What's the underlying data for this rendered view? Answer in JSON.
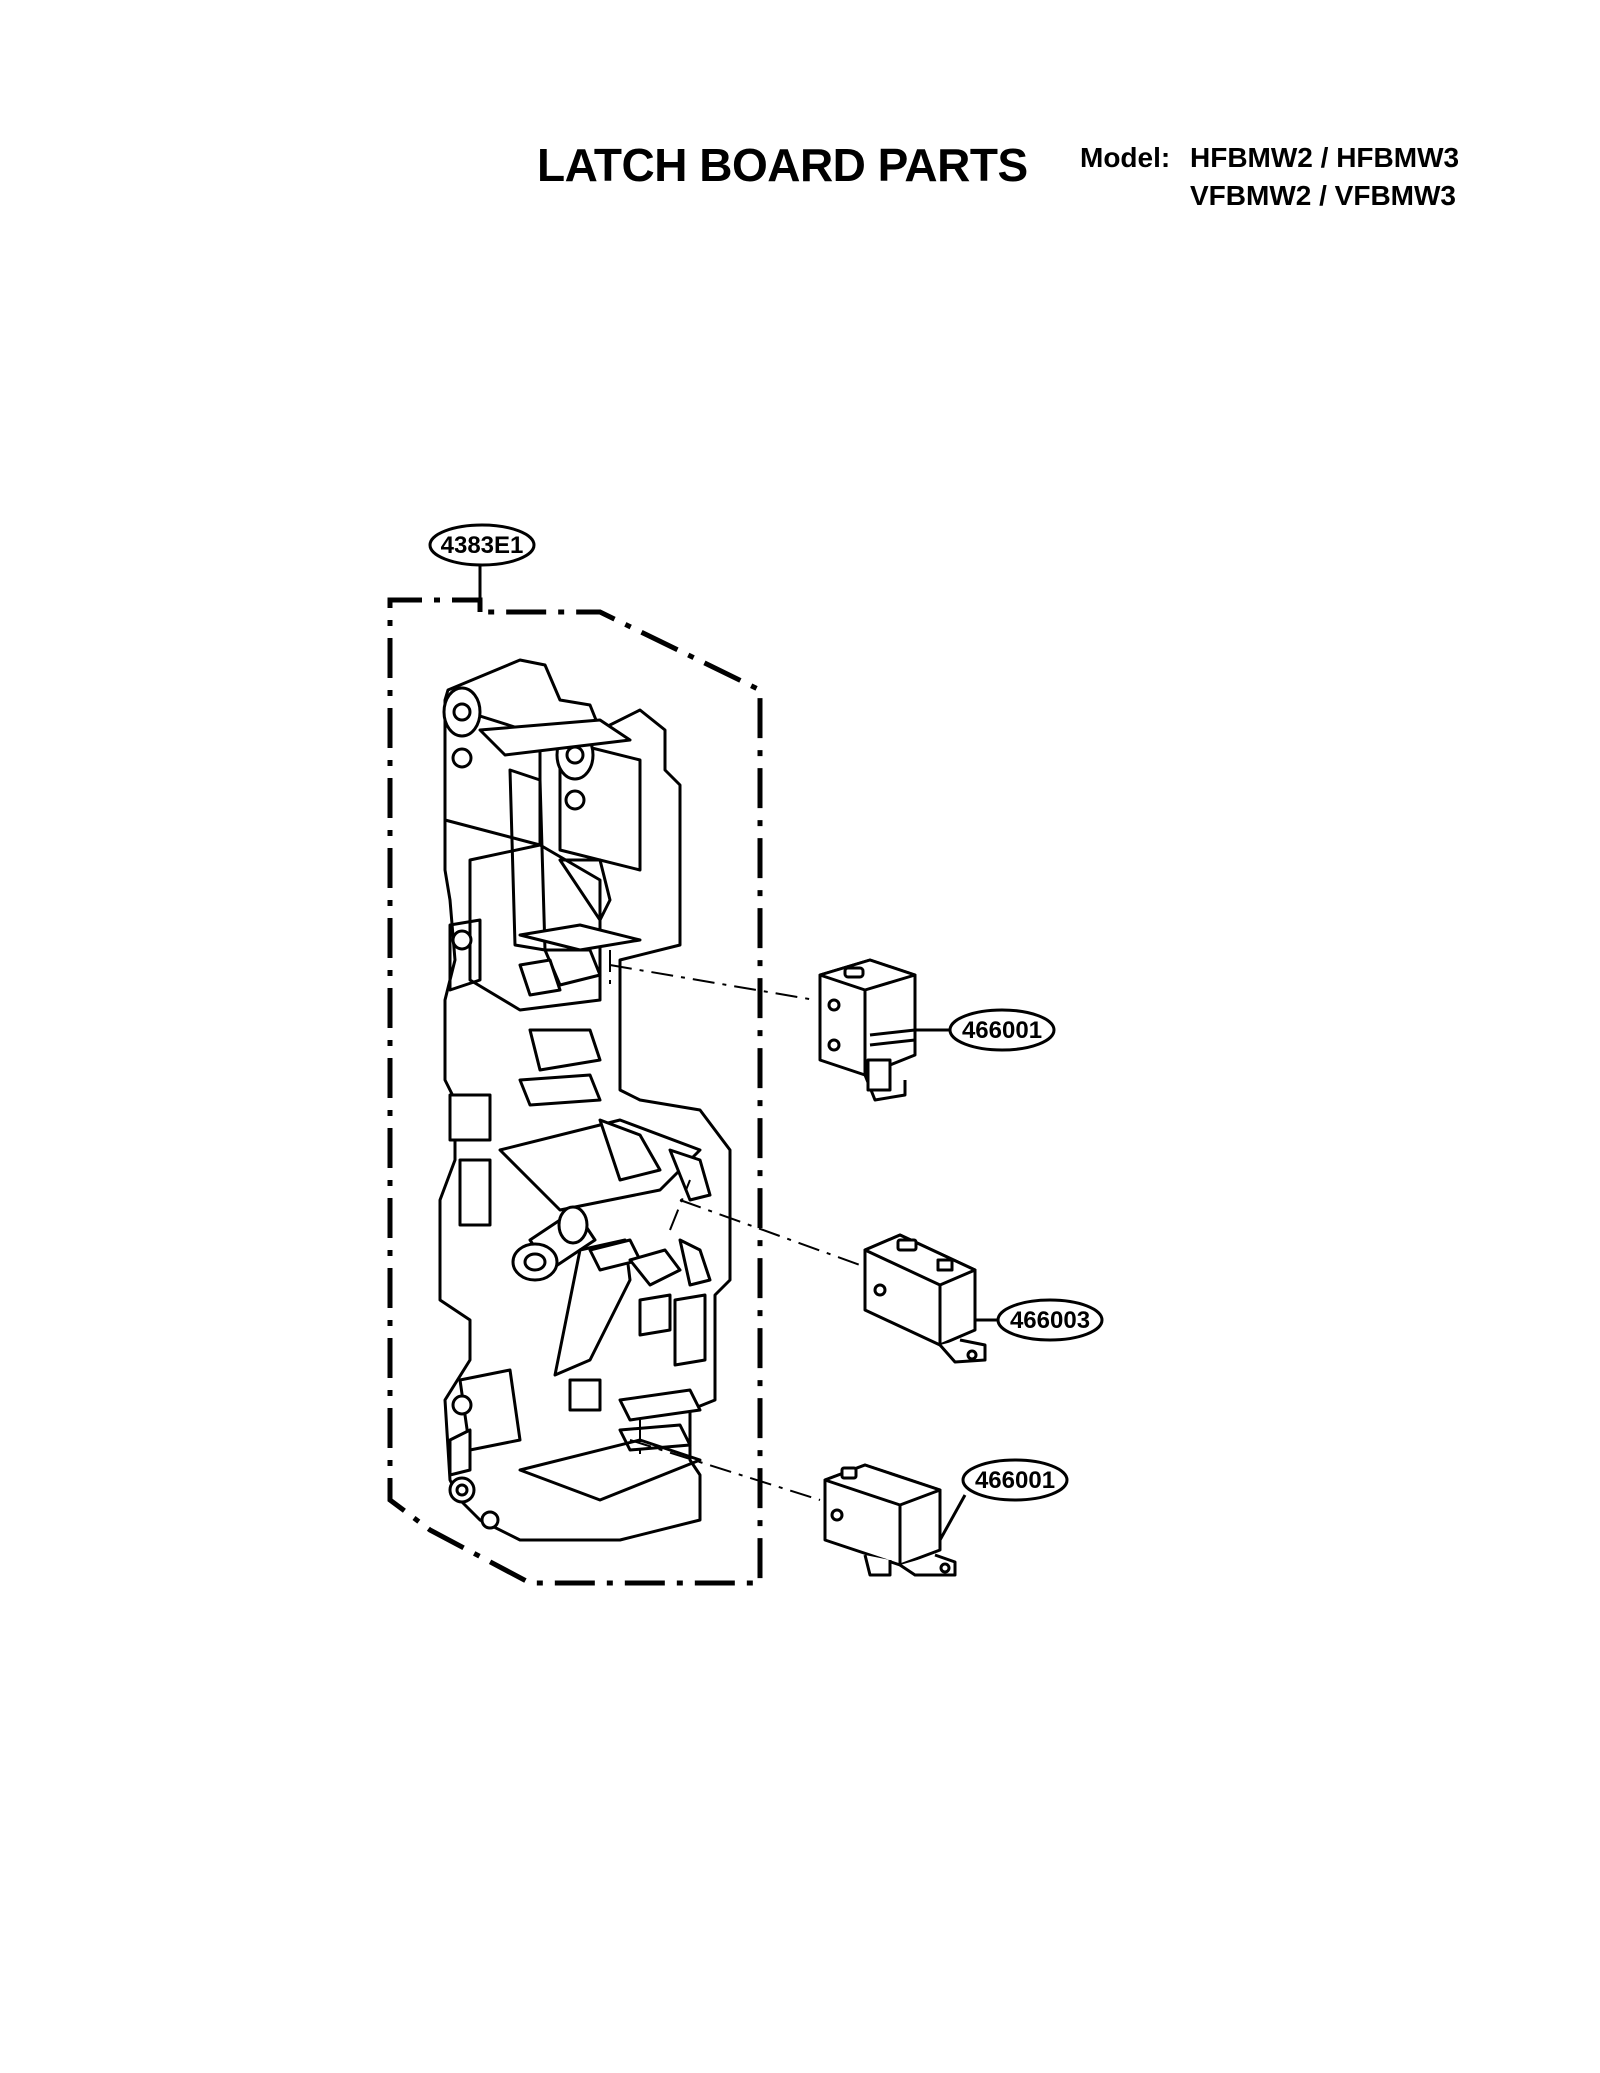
{
  "header": {
    "title": "LATCH BOARD PARTS",
    "model_label": "Model:",
    "models_line1": "HFBMW2 / HFBMW3",
    "models_line2": "VFBMW2 / VFBMW3"
  },
  "callouts": {
    "latch_board": "4383E1",
    "switch_upper": "466001",
    "switch_middle": "466003",
    "switch_lower": "466001"
  }
}
